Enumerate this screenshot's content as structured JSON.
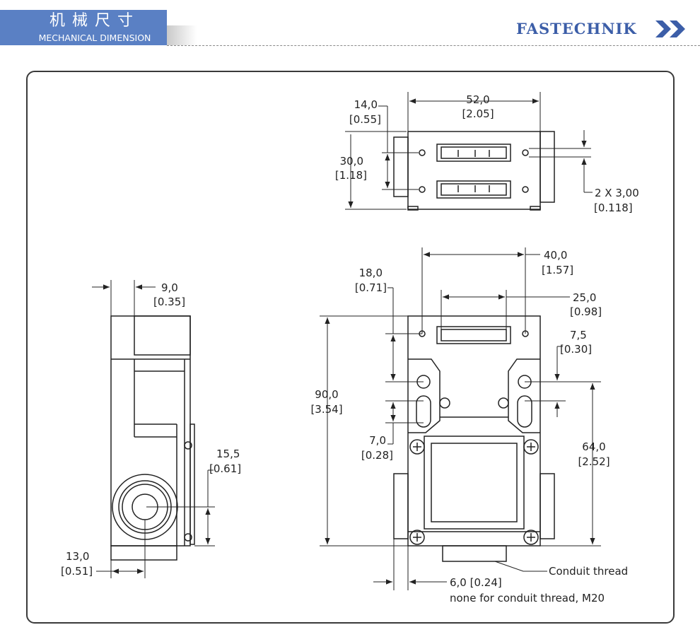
{
  "header": {
    "title_cn": "机械尺寸",
    "title_en": "MECHANICAL DIMENSION",
    "tab_color": "#5a80c4",
    "brand": "FASTECHNIK",
    "brand_color": "#3c5ea8",
    "brand_icon": "double-chevron-right-icon"
  },
  "drawing": {
    "top_view": {
      "width_mm": "52,0",
      "width_in": "[2.05]",
      "offset_mm": "14,0",
      "offset_in": "[0.55]",
      "height_mm": "30,0",
      "height_in": "[1.18]",
      "holes_mm": "2 X 3,00",
      "holes_in": "[0.118]"
    },
    "side_view": {
      "top_mm": "9,0",
      "top_in": "[0.35]",
      "conduit_height_mm": "15,5",
      "conduit_height_in": "[0.61]",
      "conduit_offset_mm": "13,0",
      "conduit_offset_in": "[0.51]"
    },
    "front_view": {
      "hole_spacing_mm": "40,0",
      "hole_spacing_in": "[1.57]",
      "slot_width_mm": "25,0",
      "slot_width_in": "[0.98]",
      "upper_offset_mm": "18,0",
      "upper_offset_in": "[0.71]",
      "height_mm": "90,0",
      "height_in": "[3.54]",
      "slot_offset_mm": "7,5",
      "slot_offset_in": "[0.30]",
      "mount_height_mm": "64,0",
      "mount_height_in": "[2.52]",
      "slot_length_mm": "7,0",
      "slot_length_in": "[0.28]",
      "conduit_label": "Conduit thread",
      "offset_note": "6,0 [0.24]",
      "offset_note2": "none for conduit thread, M20"
    }
  }
}
